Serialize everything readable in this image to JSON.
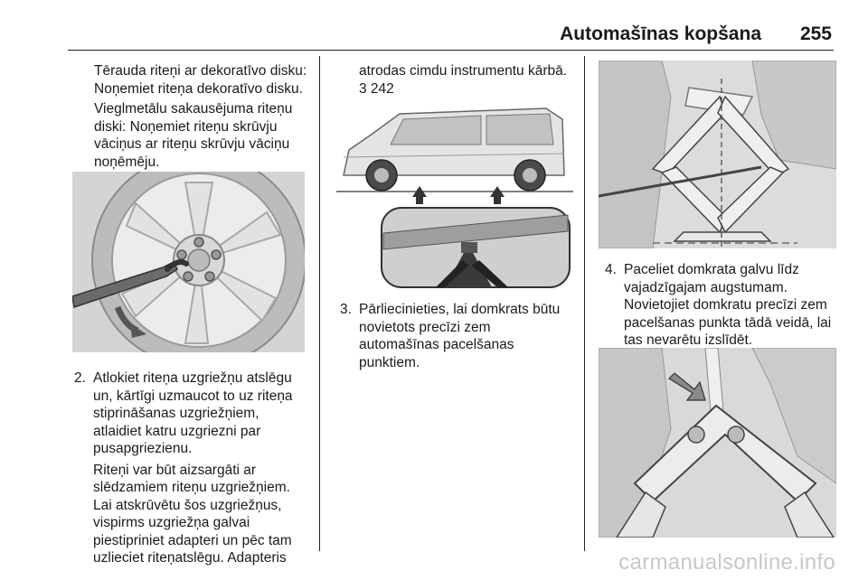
{
  "header": {
    "section_title": "Automašīnas kopšana",
    "page_number": "255"
  },
  "col1": {
    "para1": [
      "Tērauda riteņi ar dekoratīvo disku:",
      "Noņemiet riteņa dekoratīvo disku."
    ],
    "para2": [
      "Vieglmetālu sakausējuma riteņu",
      "diski: Noņemiet riteņu skrūvju",
      "vāciņus ar riteņu skrūvju vāciņu",
      "noņēmēju."
    ],
    "step2": {
      "number": "2.",
      "lines": [
        "Atlokiet riteņa uzgriežņu atslēgu",
        "un, kārtīgi uzmaucot to uz riteņa",
        "stiprināšanas uzgriežņiem,",
        "atlaidiet katru uzgriezni par",
        "pusapgriezienu."
      ],
      "para_lines": [
        "Riteņi var būt aizsargāti ar",
        "slēdzamiem riteņu uzgriežņiem.",
        "Lai atskrūvētu šos uzgriežņus,",
        "vispirms uzgriežņa galvai",
        "piestipriniet adapteri un pēc tam",
        "uzlieciet riteņatslēgu. Adapteris"
      ]
    }
  },
  "col2": {
    "lines": [
      "atrodas cimdu instrumentu kārbā.",
      "3 242"
    ],
    "step3": {
      "number": "3.",
      "lines": [
        "Pārliecinieties, lai domkrats būtu",
        "novietots precīzi zem",
        "automašīnas pacelšanas",
        "punktiem."
      ]
    }
  },
  "col3": {
    "step4": {
      "number": "4.",
      "lines": [
        "Paceliet domkrata galvu līdz",
        "vajadzīgajam augstumam.",
        "Novietojiet domkratu precīzi zem",
        "pacelšanas punkta tādā veidā, lai",
        "tas nevarētu izslīdēt."
      ]
    }
  },
  "watermark": "carmanualsonline.info"
}
